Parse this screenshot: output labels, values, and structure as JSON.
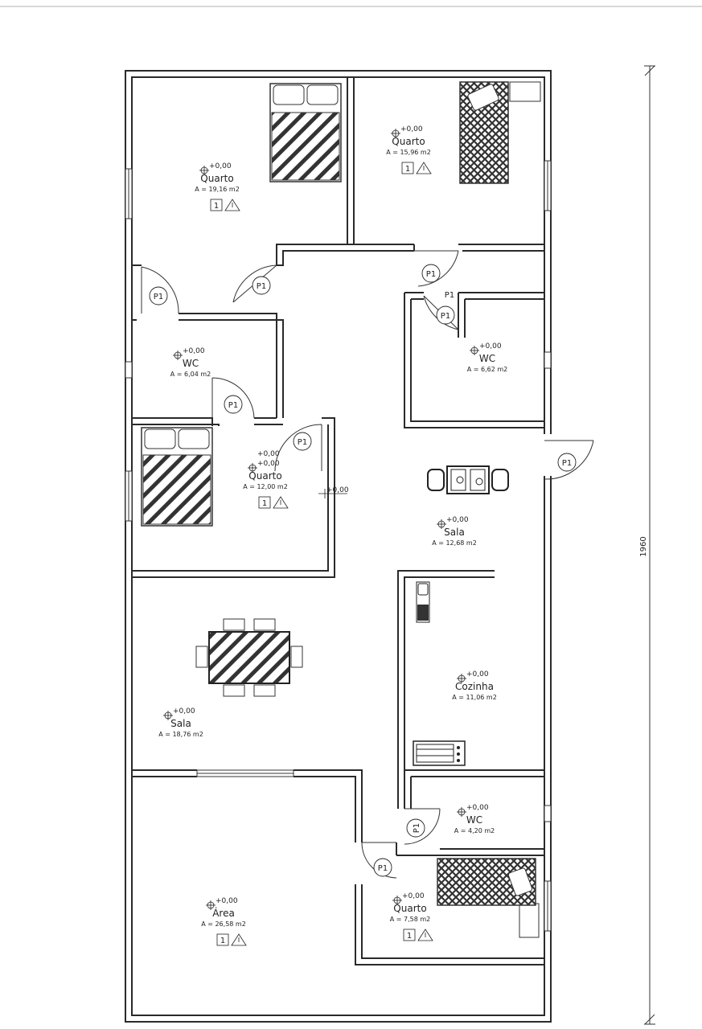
{
  "colors": {
    "line": "#2a2a2a",
    "text": "#222222",
    "background": "#ffffff"
  },
  "dimension": {
    "total_length": "1960"
  },
  "rooms": [
    {
      "name": "Quarto",
      "level": "+0,00",
      "area": "A = 19,16 m2",
      "tag_number": "1"
    },
    {
      "name": "Quarto",
      "level": "+0,00",
      "area": "A = 15,96 m2",
      "tag_number": "1"
    },
    {
      "name": "WC",
      "level": "+0,00",
      "area": "A = 6,04 m2"
    },
    {
      "name": "WC",
      "level": "+0,00",
      "area": "A = 6,62 m2"
    },
    {
      "name": "Quarto",
      "level": "+0,00",
      "level_extra": "+0,00",
      "area": "A = 12,00 m2",
      "tag_number": "1"
    },
    {
      "name": "Sala",
      "level": "+0,00",
      "area": "A = 12,68 m2"
    },
    {
      "name": "Cozinha",
      "level": "+0,00",
      "area": "A = 11,06 m2"
    },
    {
      "name": "Sala",
      "level": "+0,00",
      "area": "A = 18,76 m2"
    },
    {
      "name": "WC",
      "level": "+0,00",
      "area": "A = 4,20 m2"
    },
    {
      "name": "Área",
      "level": "+0,00",
      "area": "A = 26,58 m2",
      "tag_number": "1"
    },
    {
      "name": "Quarto",
      "level": "+0,00",
      "area": "A = 7,58 m2",
      "tag_number": "1"
    }
  ],
  "extra_level": "+0,00",
  "doors": [
    "P1",
    "P1",
    "P1",
    "P1",
    "P1",
    "P1",
    "P1",
    "P1",
    "P1",
    "P1"
  ],
  "door_text_label": "P1"
}
